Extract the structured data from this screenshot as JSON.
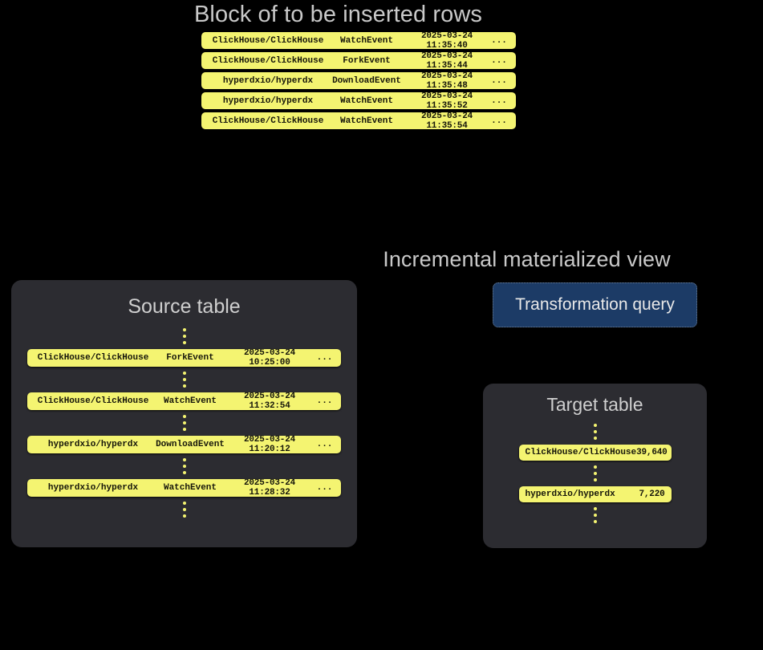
{
  "headings": {
    "block_title": "Block of to be inserted rows",
    "materialized_view_title": "Incremental materialized view"
  },
  "insert_block": {
    "name": "Block of to be inserted rows",
    "rows": [
      {
        "repo": "ClickHouse/ClickHouse",
        "event": "WatchEvent",
        "timestamp": "2025-03-24 11:35:40",
        "more": "..."
      },
      {
        "repo": "ClickHouse/ClickHouse",
        "event": "ForkEvent",
        "timestamp": "2025-03-24 11:35:44",
        "more": "..."
      },
      {
        "repo": "hyperdxio/hyperdx",
        "event": "DownloadEvent",
        "timestamp": "2025-03-24 11:35:48",
        "more": "..."
      },
      {
        "repo": "hyperdxio/hyperdx",
        "event": "WatchEvent",
        "timestamp": "2025-03-24 11:35:52",
        "more": "..."
      },
      {
        "repo": "ClickHouse/ClickHouse",
        "event": "WatchEvent",
        "timestamp": "2025-03-24 11:35:54",
        "more": "..."
      }
    ]
  },
  "source_table": {
    "title": "Source table",
    "rows": [
      {
        "repo": "ClickHouse/ClickHouse",
        "event": "ForkEvent",
        "timestamp": "2025-03-24 10:25:00",
        "more": "..."
      },
      {
        "repo": "ClickHouse/ClickHouse",
        "event": "WatchEvent",
        "timestamp": "2025-03-24 11:32:54",
        "more": "..."
      },
      {
        "repo": "hyperdxio/hyperdx",
        "event": "DownloadEvent",
        "timestamp": "2025-03-24 11:20:12",
        "more": "..."
      },
      {
        "repo": "hyperdxio/hyperdx",
        "event": "WatchEvent",
        "timestamp": "2025-03-24 11:28:32",
        "more": "..."
      }
    ]
  },
  "transformation_query": {
    "label": "Transformation query"
  },
  "target_table": {
    "title": "Target table",
    "rows": [
      {
        "repo": "ClickHouse/ClickHouse",
        "count": "39,640"
      },
      {
        "repo": "hyperdxio/hyperdx",
        "count": "7,220"
      }
    ]
  },
  "colors": {
    "background": "#000000",
    "panel": "#2c2c31",
    "row_yellow": "#f4f471",
    "row_text": "#15150a",
    "heading_text": "#c9c9c9",
    "query_box": "#1c3b66",
    "query_border": "#6d7f97"
  }
}
